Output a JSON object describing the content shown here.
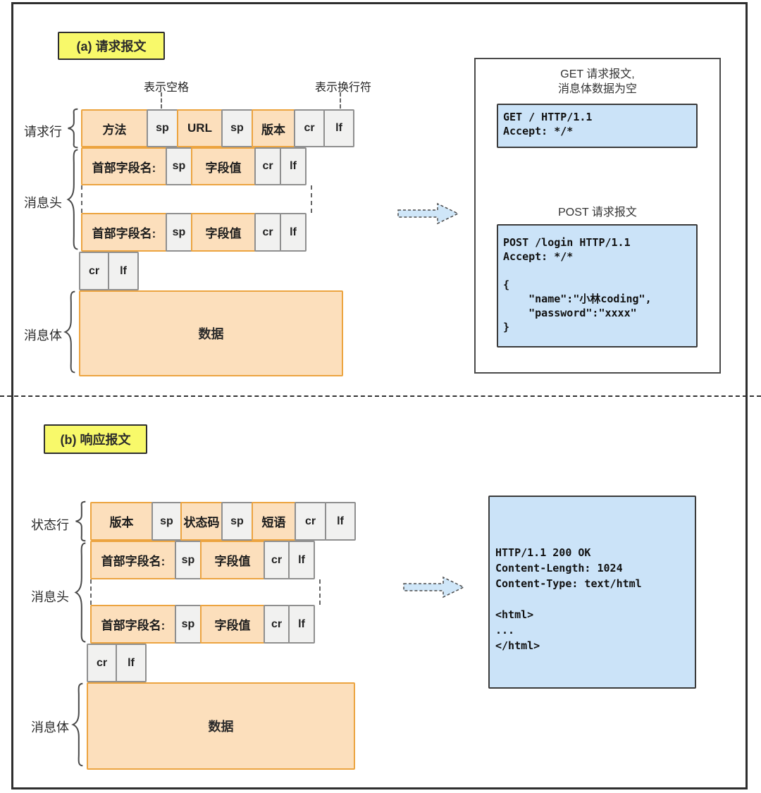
{
  "colors": {
    "orange_fill": "#fcdfbc",
    "orange_border": "#eca440",
    "gray_fill": "#f1f1f0",
    "gray_border": "#8f8f8f",
    "yellow_tag": "#f8f96a",
    "blue_fill": "#cbe3f8",
    "frame_border": "#2e2e2e"
  },
  "section_a": {
    "tag": "(a) 请求报文",
    "annotation_space": "表示空格",
    "annotation_newline": "表示换行符",
    "labels": {
      "request_line": "请求行",
      "headers": "消息头",
      "body": "消息体"
    },
    "rows": {
      "request_line": [
        "方法",
        "sp",
        "URL",
        "sp",
        "版本",
        "cr",
        "lf"
      ],
      "header1": [
        "首部字段名:",
        "sp",
        "字段值",
        "cr",
        "lf"
      ],
      "header2": [
        "首部字段名:",
        "sp",
        "字段值",
        "cr",
        "lf"
      ],
      "crlf": [
        "cr",
        "lf"
      ],
      "body": "数据"
    },
    "right": {
      "get_title": "GET 请求报文,\n消息体数据为空",
      "get_code": "GET / HTTP/1.1\nAccept: */*",
      "post_title": "POST 请求报文",
      "post_code": "POST /login HTTP/1.1\nAccept: */*\n\n{\n    \"name\":\"小林coding\",\n    \"password\":\"xxxx\"\n}"
    }
  },
  "section_b": {
    "tag": "(b) 响应报文",
    "labels": {
      "status_line": "状态行",
      "headers": "消息头",
      "body": "消息体"
    },
    "rows": {
      "status_line": [
        "版本",
        "sp",
        "状态码",
        "sp",
        "短语",
        "cr",
        "lf"
      ],
      "header1": [
        "首部字段名:",
        "sp",
        "字段值",
        "cr",
        "lf"
      ],
      "header2": [
        "首部字段名:",
        "sp",
        "字段值",
        "cr",
        "lf"
      ],
      "crlf": [
        "cr",
        "lf"
      ],
      "body": "数据"
    },
    "right": {
      "code": "HTTP/1.1 200 OK\nContent-Length: 1024\nContent-Type: text/html\n\n<html>\n...\n</html>"
    }
  }
}
